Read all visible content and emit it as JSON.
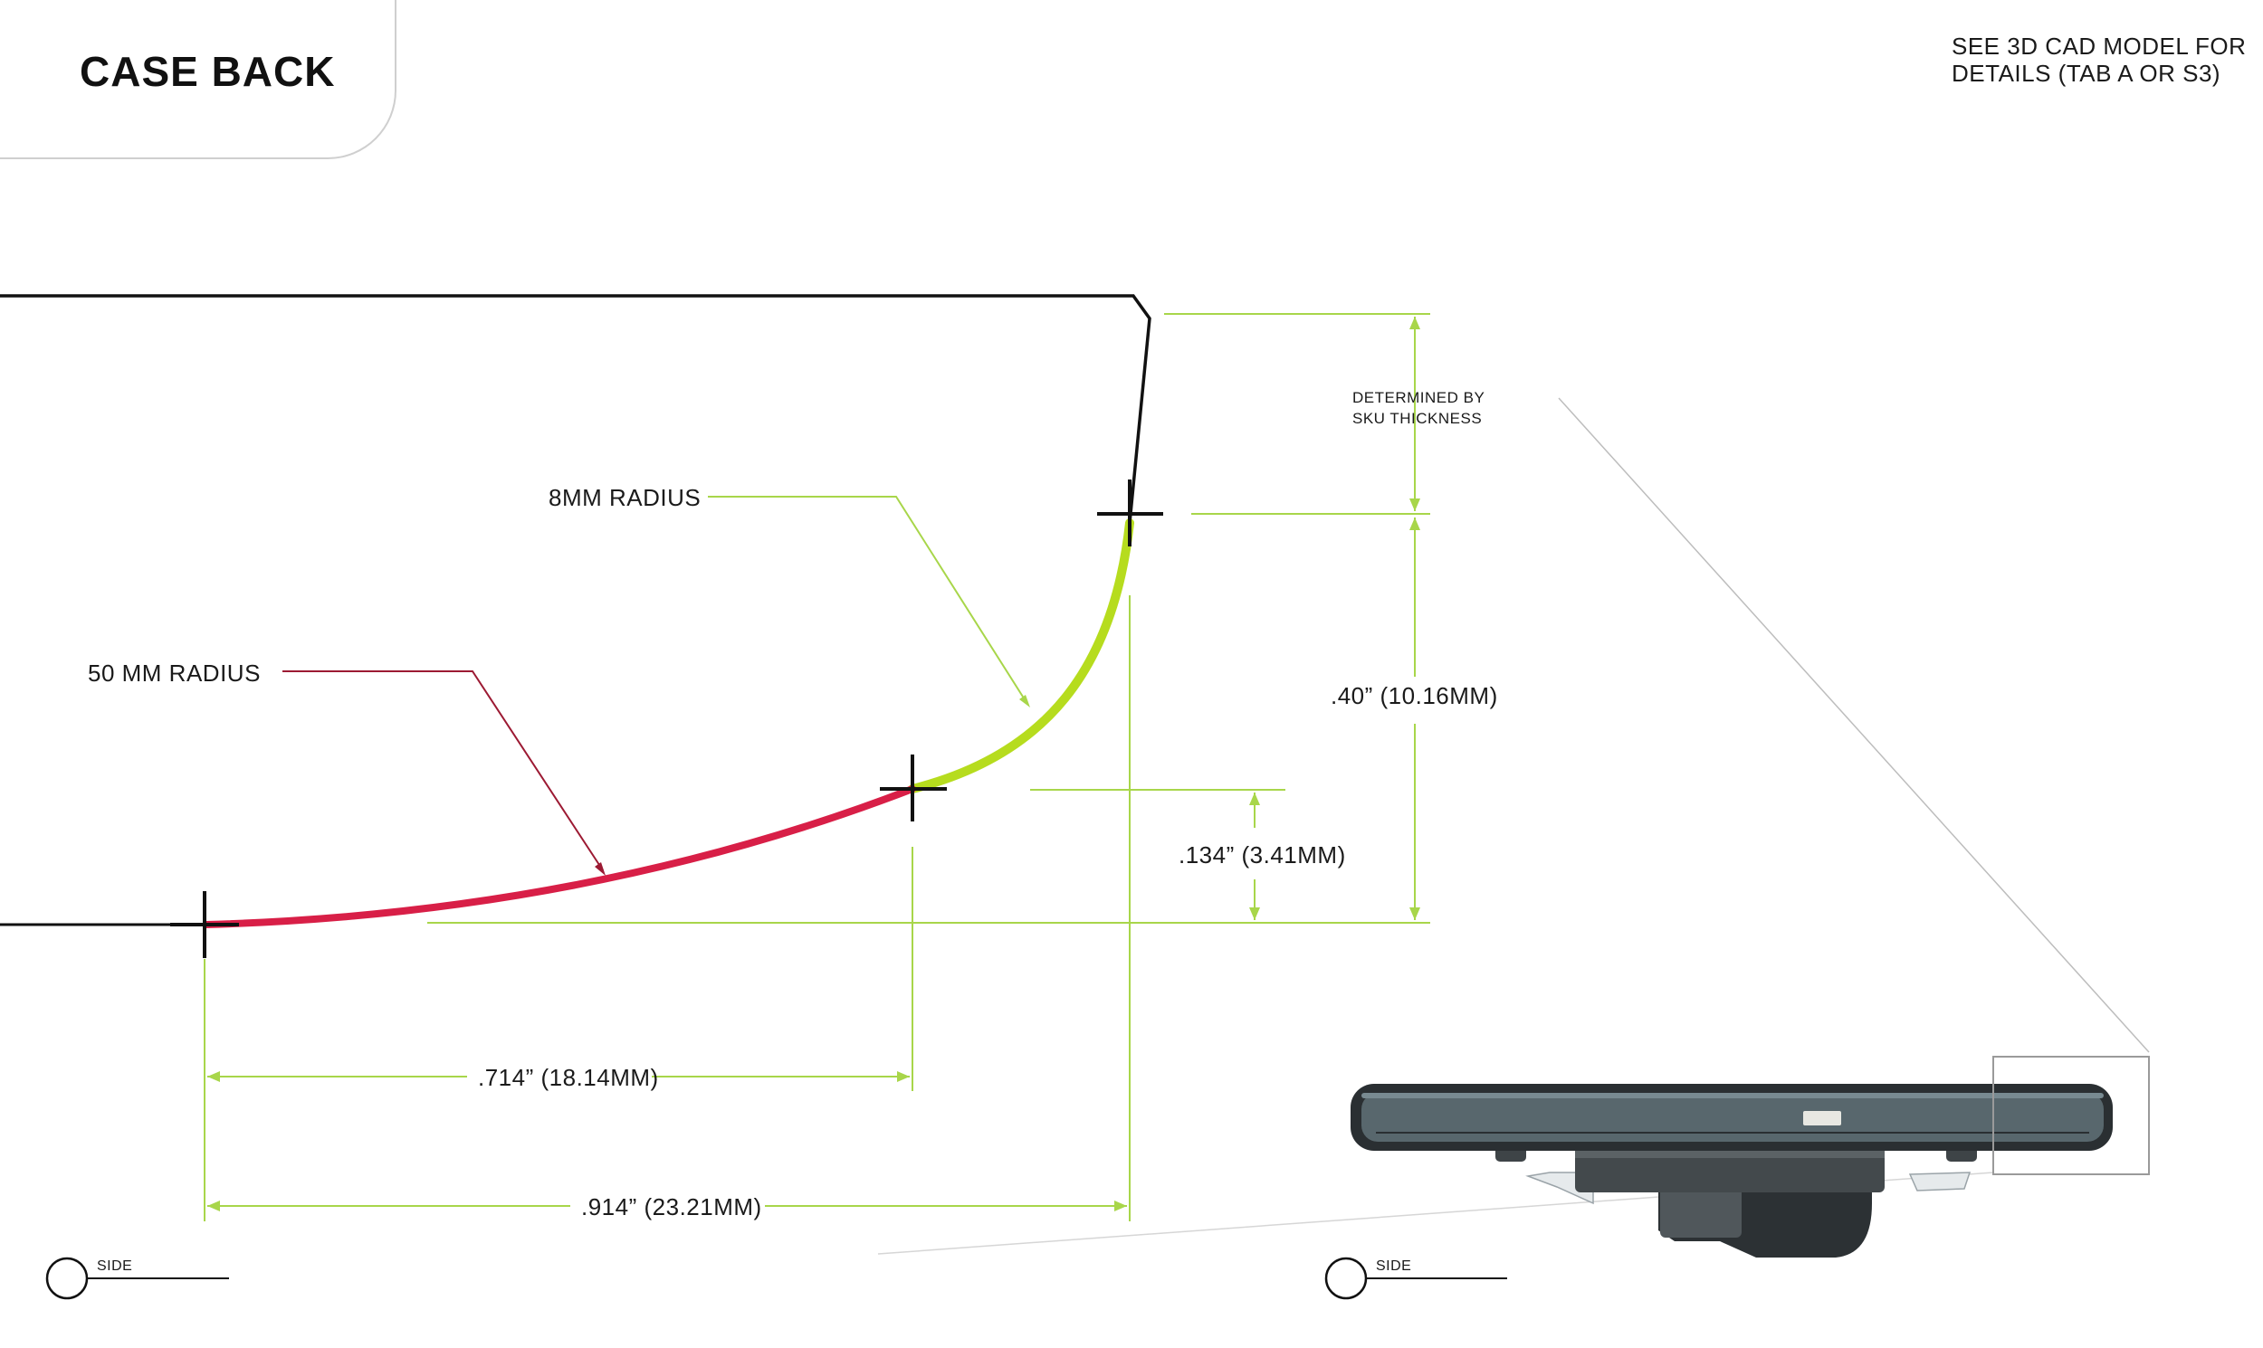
{
  "header": {
    "title": "CASE BACK"
  },
  "note": {
    "line1": "SEE 3D CAD MODEL FOR",
    "line2": "DETAILS (TAB A OR S3)"
  },
  "callouts": {
    "small_radius": "8MM RADIUS",
    "large_radius": "50 MM RADIUS",
    "determined_line1": "DETERMINED BY",
    "determined_line2": "SKU THICKNESS"
  },
  "dimensions": {
    "height_total": ".40” (10.16MM)",
    "height_mid": ".134” (3.41MM)",
    "width_inner": ".714” (18.14MM)",
    "width_outer": ".914” (23.21MM)"
  },
  "views": {
    "left_label": "SIDE",
    "right_label": "SIDE"
  },
  "colors": {
    "outline": "#111111",
    "small_radius": "#b6dc1e",
    "large_radius": "#d81f47",
    "dimension": "#a8d64a",
    "leader_red": "#9c1a33"
  }
}
